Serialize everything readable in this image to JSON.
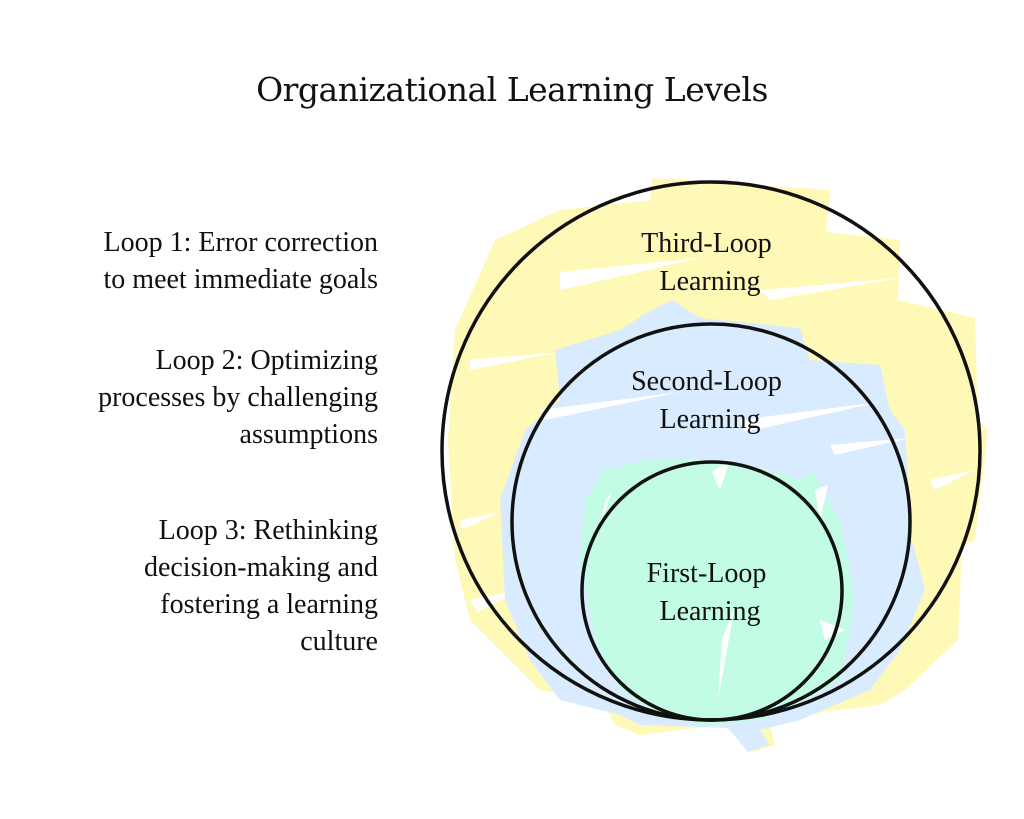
{
  "title": "Organizational Learning Levels",
  "descriptions": [
    {
      "lines": [
        "Loop 1: Error correction",
        "to meet immediate goals"
      ]
    },
    {
      "lines": [
        "Loop 2: Optimizing",
        "processes by challenging",
        "assumptions"
      ]
    },
    {
      "lines": [
        "Loop 3: Rethinking",
        "decision-making and",
        "fostering a learning",
        "culture"
      ]
    }
  ],
  "circles": [
    {
      "name": "third-loop",
      "label_lines": [
        "Third-Loop",
        "Learning"
      ],
      "fill": "#FFF9B8"
    },
    {
      "name": "second-loop",
      "label_lines": [
        "Second-Loop",
        "Learning"
      ],
      "fill": "#D9EBFF"
    },
    {
      "name": "first-loop",
      "label_lines": [
        "First-Loop",
        "Learning"
      ],
      "fill": "#C3FCE5"
    }
  ],
  "colors": {
    "stroke": "#111111",
    "background": "#FFFFFF"
  }
}
